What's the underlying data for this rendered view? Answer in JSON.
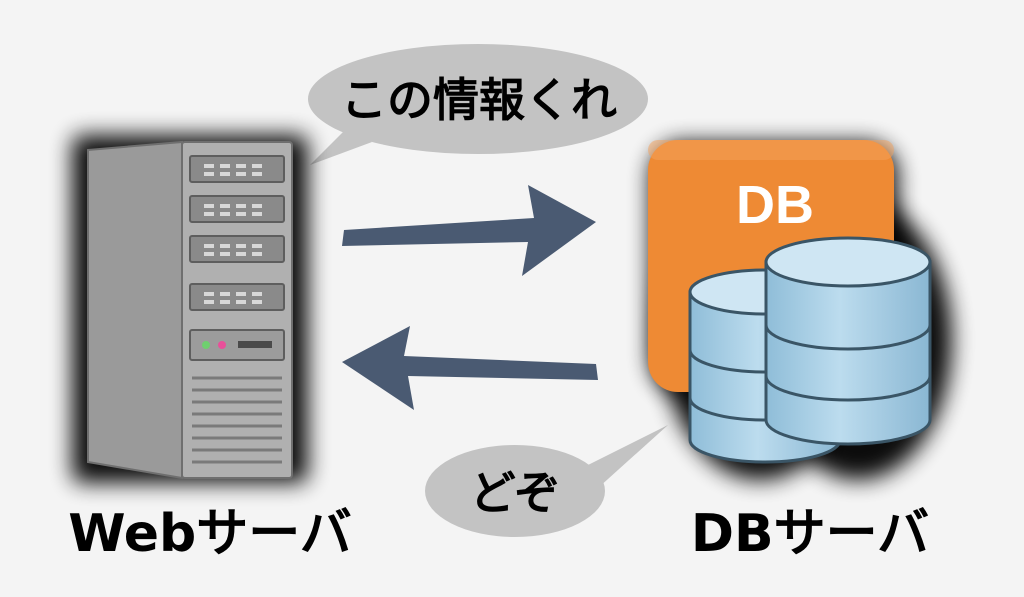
{
  "bubbles": {
    "request": "この情報くれ",
    "response": "どぞ"
  },
  "labels": {
    "web_server": "Webサーバ",
    "db_server": "DBサーバ",
    "db_badge": "DB"
  },
  "colors": {
    "background": "#f4f4f4",
    "bubble": "#c3c3c3",
    "arrow": "#4a5a72",
    "server_body": "#a7a7a7",
    "db_orange": "#ee8a34",
    "cylinder": "#a9cde3",
    "glow": "#000000"
  },
  "icons": {
    "web_server": "tower-server-icon",
    "db_server": "database-cylinders-icon"
  }
}
